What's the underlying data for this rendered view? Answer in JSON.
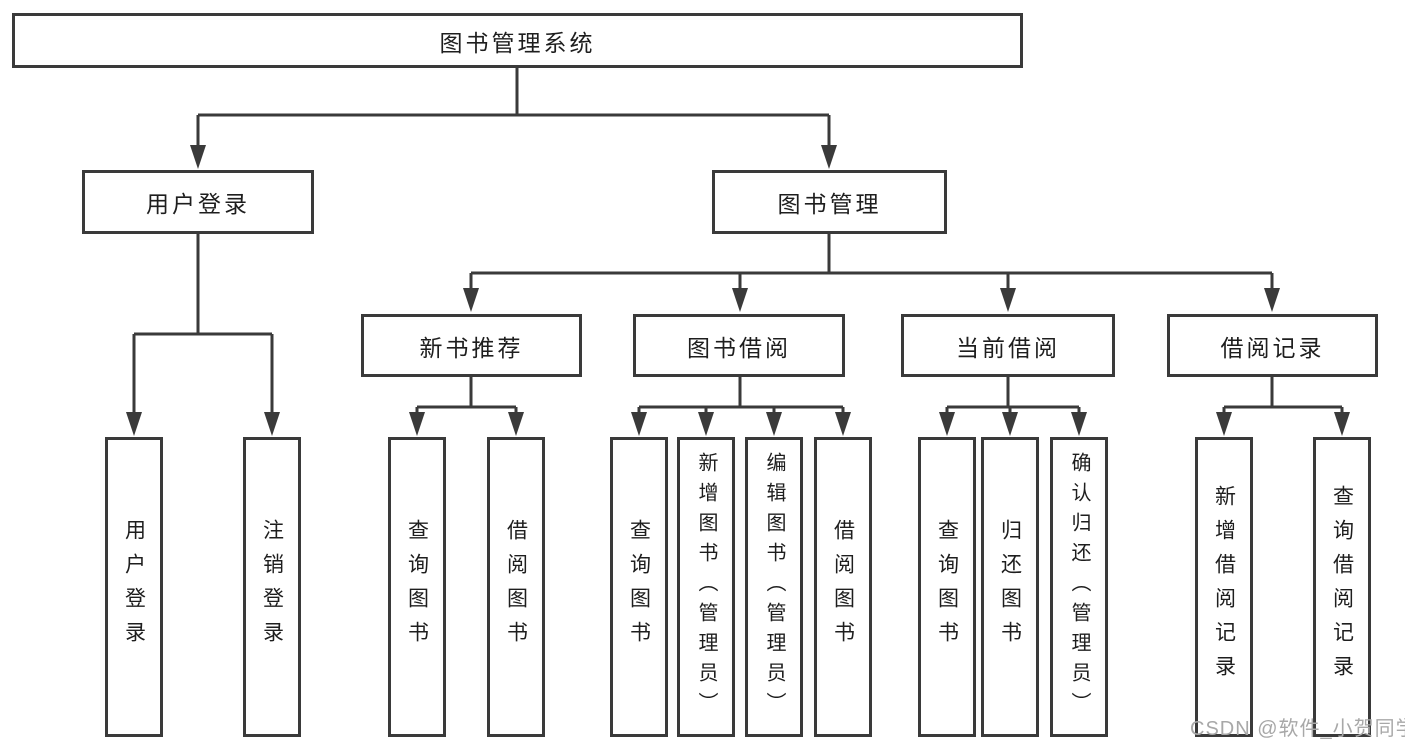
{
  "tree": {
    "root": {
      "label": "图书管理系统",
      "children": [
        {
          "label": "用户登录",
          "children": [
            {
              "label": "用户登录"
            },
            {
              "label": "注销登录"
            }
          ]
        },
        {
          "label": "图书管理",
          "children": [
            {
              "label": "新书推荐",
              "children": [
                {
                  "label": "查询图书"
                },
                {
                  "label": "借阅图书"
                }
              ]
            },
            {
              "label": "图书借阅",
              "children": [
                {
                  "label": "查询图书"
                },
                {
                  "label": "新增图书（管理员）"
                },
                {
                  "label": "编辑图书（管理员）"
                },
                {
                  "label": "借阅图书"
                }
              ]
            },
            {
              "label": "当前借阅",
              "children": [
                {
                  "label": "查询图书"
                },
                {
                  "label": "归还图书"
                },
                {
                  "label": "确认归还（管理员）"
                }
              ]
            },
            {
              "label": "借阅记录",
              "children": [
                {
                  "label": "新增借阅记录"
                },
                {
                  "label": "查询借阅记录"
                }
              ]
            }
          ]
        }
      ]
    }
  },
  "watermark": {
    "text": "CSDN @软件_小贺同学"
  },
  "colors": {
    "line": "#3a3a3a",
    "box_border": "#3a3a3a",
    "text": "#1e1e1e",
    "background": "#ffffff",
    "watermark": "#a8a8a8"
  }
}
